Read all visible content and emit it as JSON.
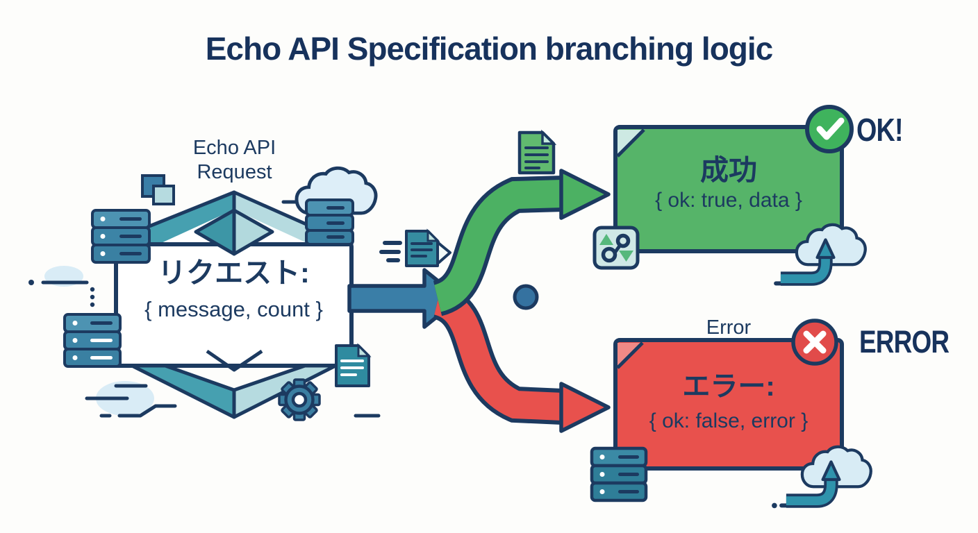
{
  "title": "Echo API Specification branching logic",
  "request": {
    "label_line1": "Echo API",
    "label_line2": "Request",
    "heading": "リクエスト:",
    "payload": "{ message, count }"
  },
  "success": {
    "heading": "成功",
    "payload": "{ ok: true, data }",
    "badge": "OK!"
  },
  "error": {
    "label": "Error",
    "heading": "エラー:",
    "payload": "{ ok: false, error }",
    "badge": "ERROR"
  },
  "colors": {
    "navy": "#1c3a60",
    "teal": "#46a0b0",
    "teal_light": "#b6dbe0",
    "steel_blue": "#3a7ea7",
    "green_box": "#56b469",
    "green_arrow": "#4cb163",
    "red_box": "#e8514d",
    "cloud_blue": "#ddeef8",
    "blob_blue": "#d9ecf6"
  },
  "icons": {
    "success_status": "check-circle-icon",
    "error_status": "x-circle-icon",
    "request_output": "arrow-right-icon",
    "success_branch": "curved-arrow-up-icon",
    "error_branch": "curved-arrow-down-icon",
    "cloud_upload": "cloud-upload-icon",
    "servers": "server-stack-icon",
    "document": "document-icon",
    "gear": "gear-icon",
    "data_badge": "sort-shapes-badge-icon"
  }
}
